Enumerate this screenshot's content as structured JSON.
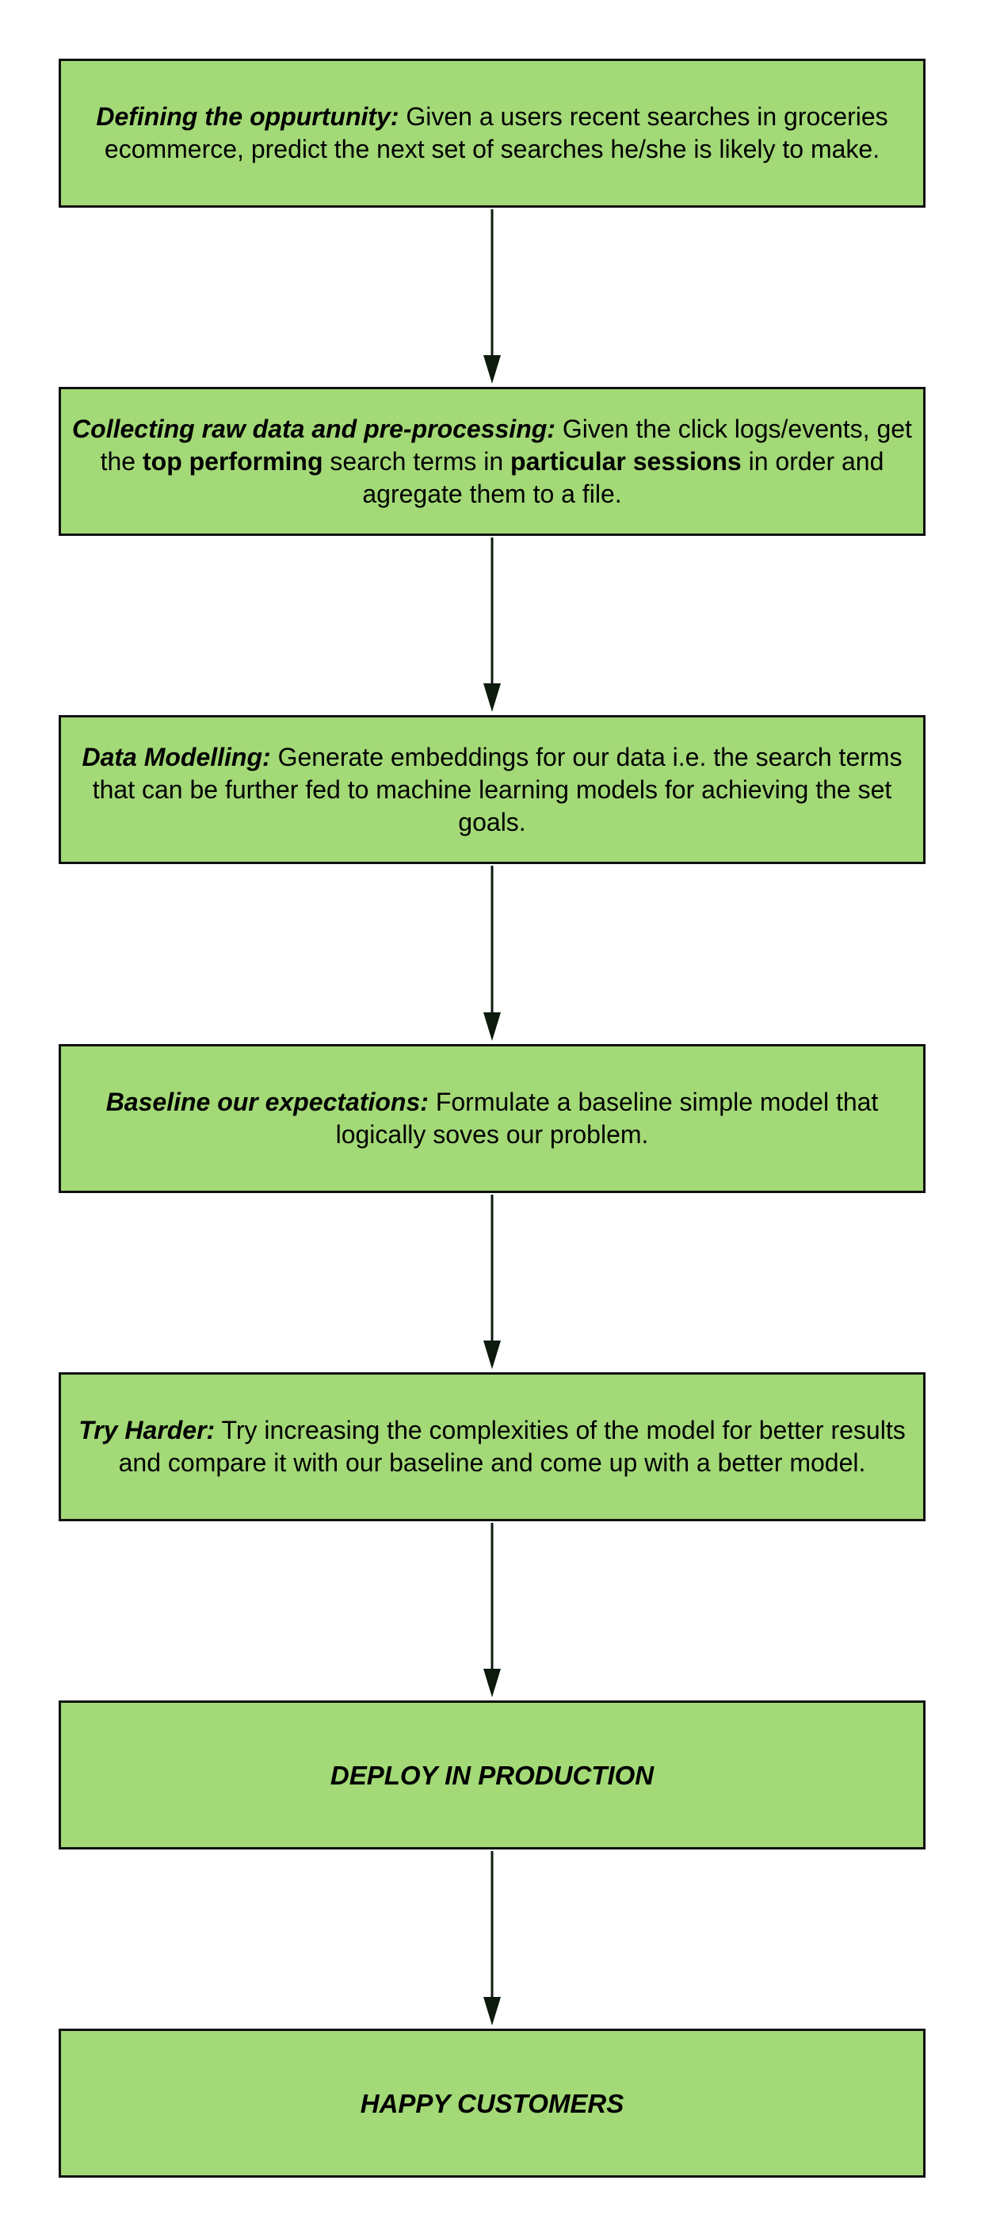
{
  "colors": {
    "box_fill": "#a3d977",
    "box_border": "#111111",
    "arrow": "#0d1a0d",
    "text": "#000000",
    "background": "#ffffff"
  },
  "steps": [
    {
      "lead": "Defining the oppurtunity:",
      "text": " Given a users recent searches in groceries ecommerce, predict the next set of searches he/she is likely to make."
    },
    {
      "lead": "Collecting raw data and pre-processing:",
      "text_1": " Given the click logs/events, get the ",
      "bold_1": "top performing",
      "text_2": " search terms in ",
      "bold_2": "particular sessions",
      "text_3": " in order and agregate them to a file."
    },
    {
      "lead": "Data Modelling:",
      "text": " Generate embeddings for our data i.e. the search terms that can be further fed to machine learning models for achieving the set goals."
    },
    {
      "lead": "Baseline our expectations:",
      "text": " Formulate a baseline simple model that logically soves our problem."
    },
    {
      "lead": "Try Harder:",
      "text": " Try increasing the complexities of the model for better results and compare it with our baseline and come up with a better model."
    },
    {
      "lead": "DEPLOY IN PRODUCTION"
    },
    {
      "lead": "HAPPY CUSTOMERS"
    }
  ]
}
